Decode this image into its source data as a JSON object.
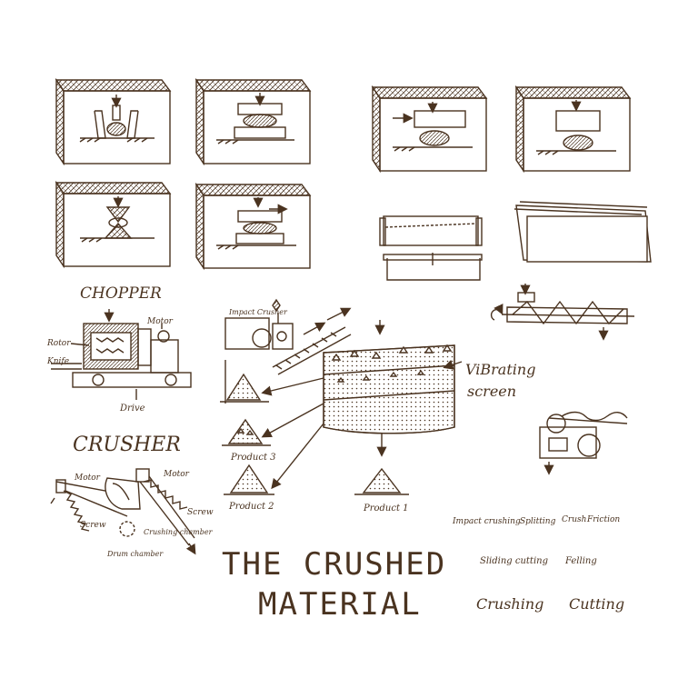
{
  "labels": {
    "chopper": "CHOPPER",
    "crusher": "CRUSHER",
    "rotor": "Rotor",
    "knife": "Knife",
    "motor_chopper": "Motor",
    "drive": "Drive",
    "motor_left": "Motor",
    "motor_right": "Motor",
    "screw_left": "Screw",
    "screw_right": "Screw",
    "crushing_chamber": "Crushing chamber",
    "drum_chamber": "Drum chamber",
    "impact_crusher": "Impact Crusher",
    "vibrating_screen_1": "ViBrating",
    "vibrating_screen_2": "screen",
    "product_3": "Product 3",
    "product_2": "Product 2",
    "product_1": "Product 1",
    "title_line_1": "THE CRUSHED",
    "title_line_2": "MATERIAL",
    "method_impact": "Impact crushing",
    "method_splitting": "Splitting",
    "method_crush": "Crush",
    "method_friction": "Friction",
    "method_sliding": "Sliding cutting",
    "method_felling": "Felling",
    "method_crushing": "Crushing",
    "method_cutting": "Cutting"
  },
  "colors": {
    "ink": "#4a3320",
    "paper": "#ffffff"
  }
}
